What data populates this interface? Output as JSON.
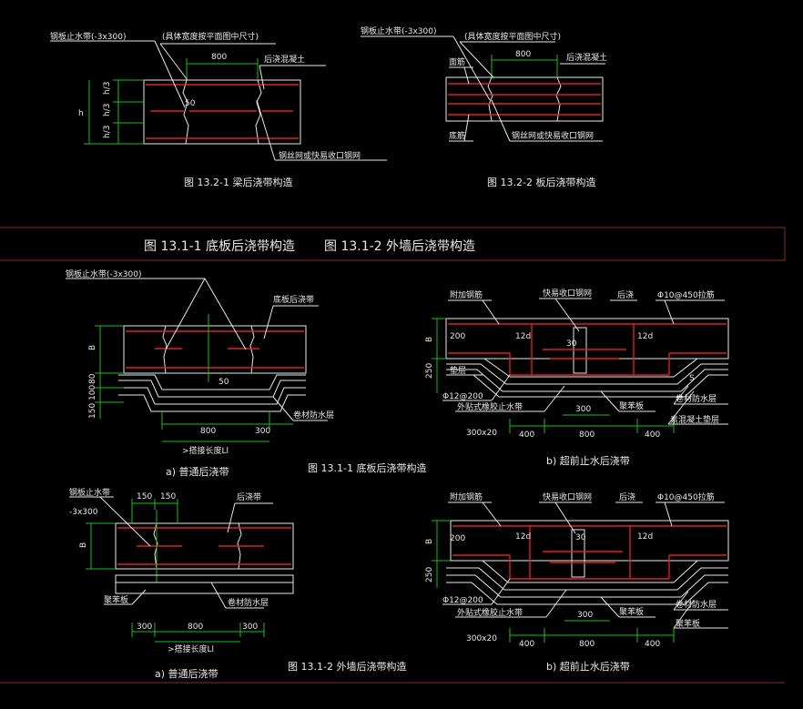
{
  "banner": {
    "fig1": "图 13.1-1 底板后浇带构造",
    "fig2": "图 13.1-2 外墙后浇带构造"
  },
  "beam": {
    "caption": "图 13.2-1 梁后浇带构造",
    "waterstop": "钢板止水带(-3x300)",
    "width_note": "(具体宽度按平面图中尺寸)",
    "concrete": "后浇混凝土",
    "mesh": "钢丝网或快易收口钢网",
    "dim_800": "800",
    "dim_50": "50",
    "h": "h",
    "h3a": "h/3",
    "h3b": "h/3",
    "h3c": "h/3"
  },
  "slab": {
    "caption": "图 13.2-2 板后浇带构造",
    "waterstop": "钢板止水带(-3x300)",
    "width_note": "(具体宽度按平面图中尺寸)",
    "concrete": "后浇混凝土",
    "top": "面筋",
    "bottom": "底筋",
    "mesh": "钢丝网或快易收口钢网",
    "dim_800": "800"
  },
  "floor_a": {
    "caption": "a) 普通后浇带",
    "fig_caption": "图 13.1-1 底板后浇带构造",
    "waterstop": "钢板止水带(-3x300)",
    "band": "底板后浇带",
    "membrane": "卷材防水层",
    "dim_B": "B",
    "dim_50": "50",
    "dim_800": "800",
    "dim_300": "300",
    "dim_150": "150",
    "dim_100": "100",
    "dim_80": "80",
    "lap": ">搭接长度Ll"
  },
  "floor_b": {
    "caption": "b) 超前止水后浇带",
    "rebar_add": "附加钢筋",
    "mesh": "快易收口钢网",
    "band": "后浇",
    "tie": "Φ10@450拉筋",
    "dim_B": "B",
    "dim_200": "200",
    "dim_250": "250",
    "dim_12d_a": "12d",
    "dim_12d_b": "12d",
    "dim_30": "30",
    "dim_s": "S",
    "pad": "垫层",
    "stirrup": "Φ12@200",
    "waterstop": "外贴式橡胶止水带",
    "membrane": "卷材防水层",
    "wall_pad": "素混凝土垫层",
    "pad2": "聚苯板",
    "dim_300x20": "300x20",
    "dim_400a": "400",
    "dim_800": "800",
    "dim_400b": "400",
    "dim_300": "300"
  },
  "wall_a": {
    "caption": "a) 普通后浇带",
    "fig_caption": "图 13.1-2 外墙后浇带构造",
    "waterstop": "钢板止水带",
    "waterstop2": "-3x300",
    "band": "后浇带",
    "pad": "聚苯板",
    "membrane": "卷材防水层",
    "dim_150a": "150",
    "dim_150b": "150",
    "dim_B": "B",
    "dim_300a": "300",
    "dim_800": "800",
    "dim_300b": "300",
    "lap": ">搭接长度Ll"
  },
  "wall_b": {
    "caption": "b) 超前止水后浇带",
    "rebar_add": "附加钢筋",
    "mesh": "快易收口钢网",
    "band": "后浇",
    "tie": "Φ10@450拉筋",
    "dim_B": "B",
    "dim_200": "200",
    "dim_250": "250",
    "dim_12d_a": "12d",
    "dim_12d_b": "12d",
    "dim_30": "30",
    "stirrup": "Φ12@200",
    "waterstop": "外贴式橡胶止水带",
    "pad": "聚苯板",
    "membrane": "卷材防水层",
    "pad2": "聚苯板",
    "dim_300x20": "300x20",
    "dim_400a": "400",
    "dim_800": "800",
    "dim_400b": "400",
    "dim_300": "300"
  },
  "colors": {
    "background": "#000000",
    "line": "#e8e8e8",
    "rebar": "#e02020",
    "dimension": "#18c018",
    "separator": "#8a2a22"
  }
}
